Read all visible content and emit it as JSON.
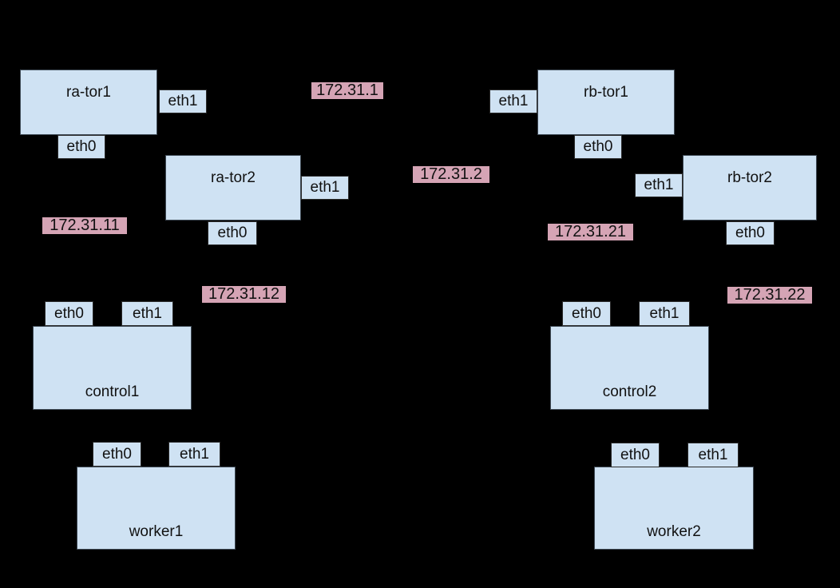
{
  "colors": {
    "background": "#000000",
    "node_fill": "#cfe2f3",
    "node_border": "#3f4a55",
    "port_border": "#2b2b2b",
    "ip_fill": "#d5a4b5",
    "text": "#111111"
  },
  "topology": {
    "nodes": [
      {
        "id": "ra-tor1",
        "label": "ra-tor1",
        "ports": [
          "eth0",
          "eth1"
        ]
      },
      {
        "id": "ra-tor2",
        "label": "ra-tor2",
        "ports": [
          "eth0",
          "eth1"
        ]
      },
      {
        "id": "rb-tor1",
        "label": "rb-tor1",
        "ports": [
          "eth0",
          "eth1"
        ]
      },
      {
        "id": "rb-tor2",
        "label": "rb-tor2",
        "ports": [
          "eth0",
          "eth1"
        ]
      },
      {
        "id": "control1",
        "label": "control1",
        "ports": [
          "eth0",
          "eth1"
        ]
      },
      {
        "id": "worker1",
        "label": "worker1",
        "ports": [
          "eth0",
          "eth1"
        ]
      },
      {
        "id": "control2",
        "label": "control2",
        "ports": [
          "eth0",
          "eth1"
        ]
      },
      {
        "id": "worker2",
        "label": "worker2",
        "ports": [
          "eth0",
          "eth1"
        ]
      }
    ],
    "ip_badges": [
      {
        "id": "net-172-31-1",
        "label": "172.31.1"
      },
      {
        "id": "net-172-31-2",
        "label": "172.31.2"
      },
      {
        "id": "net-172-31-11",
        "label": "172.31.11"
      },
      {
        "id": "net-172-31-21",
        "label": "172.31.21"
      },
      {
        "id": "net-172-31-12",
        "label": "172.31.12"
      },
      {
        "id": "net-172-31-22",
        "label": "172.31.22"
      }
    ]
  }
}
